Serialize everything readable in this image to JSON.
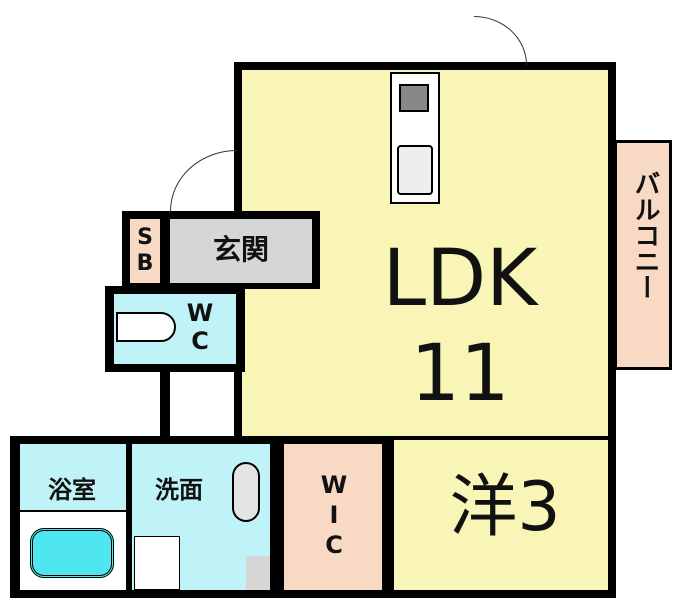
{
  "rooms": {
    "ldk": {
      "label": "LDK",
      "size": "11"
    },
    "western": {
      "label": "洋3"
    },
    "balcony": {
      "label": "バルコニー"
    },
    "entrance": {
      "label": "玄関"
    },
    "shoe_box": {
      "label": "S\nB"
    },
    "toilet": {
      "label": "W\nC"
    },
    "bath": {
      "label": "浴室"
    },
    "washroom": {
      "label": "洗面"
    },
    "closet": {
      "label": "W\nI\nC"
    }
  },
  "colors": {
    "ldk": "#f8f5b6",
    "wet": "#bff3f7",
    "entrance": "#d6d6d6",
    "closet": "#f8d9c4"
  }
}
